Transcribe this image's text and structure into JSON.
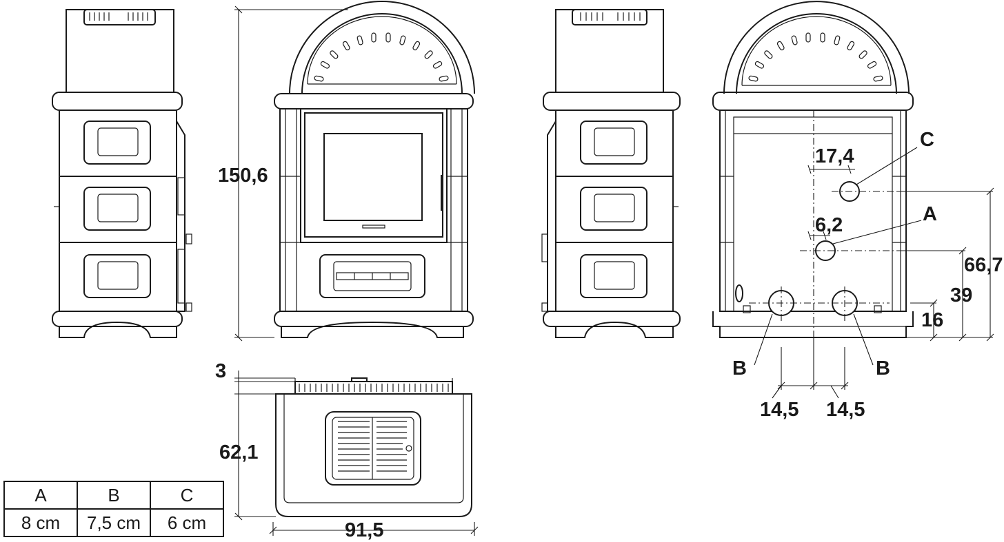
{
  "dimensions": {
    "height_total": "150,6",
    "top_offset": "3",
    "depth": "62,1",
    "width": "91,5",
    "c_offset": "17,4",
    "a_offset": "6,2",
    "c_height": "66,7",
    "a_height": "39",
    "b_height": "16",
    "b_left_offset": "14,5",
    "b_right_offset": "14,5"
  },
  "callouts": {
    "a": "A",
    "b_left": "B",
    "b_right": "B",
    "c": "C"
  },
  "legend_table": {
    "headers": [
      "A",
      "B",
      "C"
    ],
    "values": [
      "8 cm",
      "7,5 cm",
      "6 cm"
    ]
  }
}
